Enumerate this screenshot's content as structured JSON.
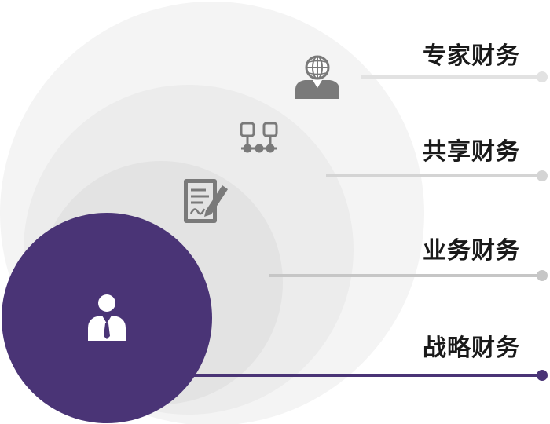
{
  "layers": [
    {
      "label": "专家财务",
      "icon": "globe-person-icon"
    },
    {
      "label": "共享财务",
      "icon": "network-icon"
    },
    {
      "label": "业务财务",
      "icon": "document-edit-icon"
    },
    {
      "label": "战略财务",
      "icon": "businessman-icon"
    }
  ],
  "colors": {
    "accent": "#4a3476",
    "icon_gray": "#7a7a7a",
    "ring_1": "#f4f4f4",
    "ring_2": "#ececec",
    "ring_3": "#e3e3e3",
    "line_1": "#e2e2e2",
    "line_2": "#d4d4d4",
    "line_3": "#c6c6c6"
  }
}
